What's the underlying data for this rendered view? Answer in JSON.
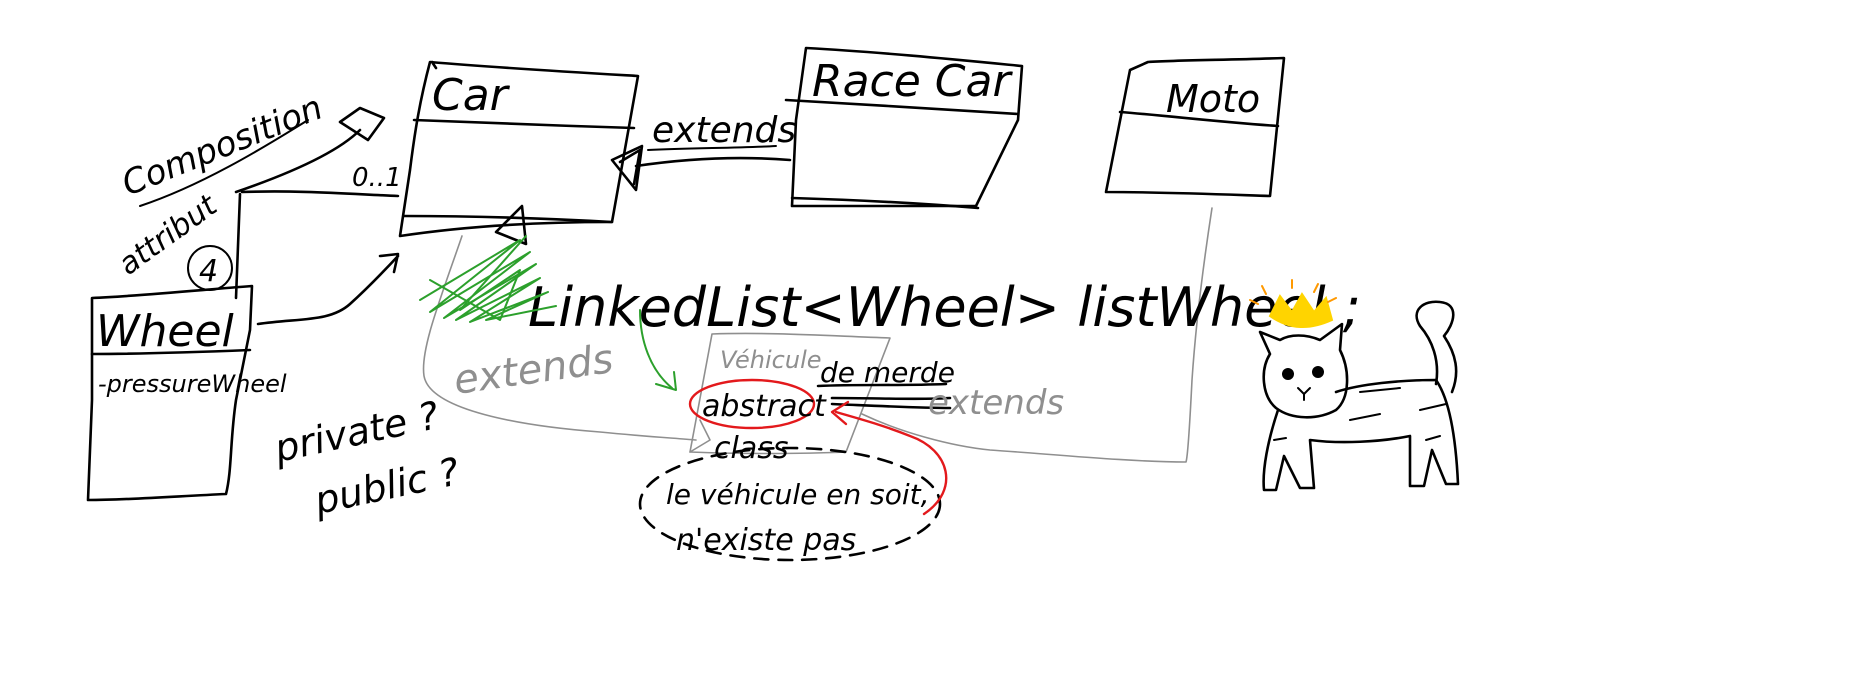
{
  "colors": {
    "ink": "#000000",
    "grey_ink": "#8f8f8f",
    "green_ink": "#2ca02c",
    "red_ink": "#e3191c",
    "crown": "#ffd400",
    "background": "#ffffff"
  },
  "classes": {
    "car": {
      "name": "Car"
    },
    "race_car": {
      "name": "Race Car"
    },
    "moto": {
      "name": "Moto"
    },
    "wheel": {
      "name": "Wheel",
      "attribute": "-pressureWheel"
    },
    "vehicule": {
      "name": "Véhicule",
      "name_suffix": "de merde",
      "stereotype_line1": "abstract",
      "stereotype_line2": "class"
    }
  },
  "labels": {
    "composition": "Composition",
    "attribut": "attribut",
    "multiplicity": "0..1",
    "wheel_count": "4",
    "extends_race_car": "extends",
    "extends_car": "extends",
    "extends_moto": "extends",
    "field_declaration": "LinkedList<Wheel> listWheel ;",
    "visibility_q1": "private ?",
    "visibility_q2": "public ?",
    "vehicule_note_line1": "le véhicule en soit,",
    "vehicule_note_line2": "n'existe pas"
  },
  "icons": {
    "cat": "cat-doodle-icon",
    "crown": "crown-icon"
  }
}
